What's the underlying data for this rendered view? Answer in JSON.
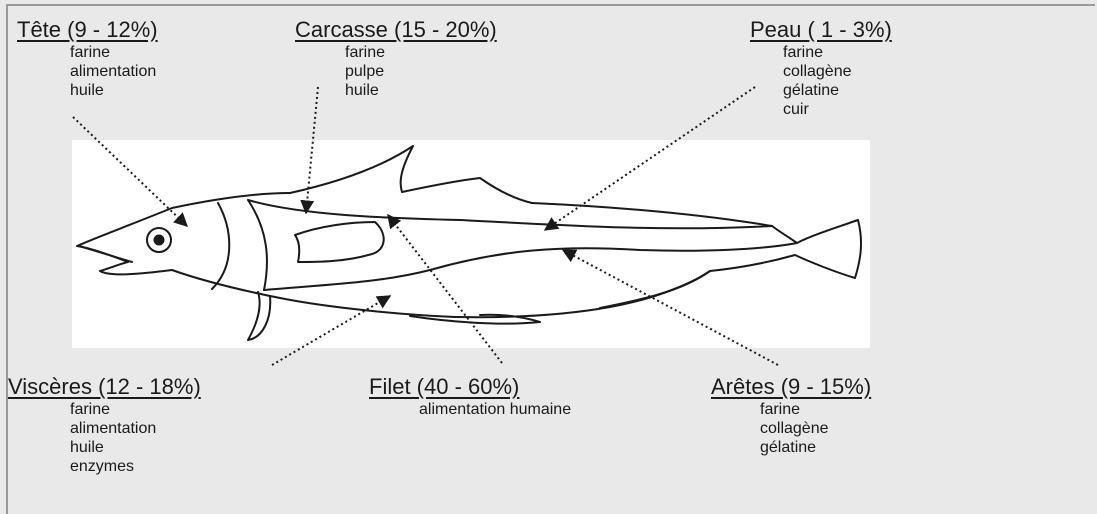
{
  "sections": [
    {
      "id": "tete",
      "title": "Tête (9 - 12%)",
      "uses": [
        "farine",
        "alimentation",
        "huile"
      ]
    },
    {
      "id": "carcasse",
      "title": "Carcasse (15 - 20%)",
      "uses": [
        "farine",
        "pulpe",
        "huile"
      ]
    },
    {
      "id": "peau",
      "title": "Peau ( 1 - 3%)",
      "uses": [
        "farine",
        "collagène",
        "gélatine",
        "cuir"
      ]
    },
    {
      "id": "visceres",
      "title": "Viscères (12 - 18%)",
      "uses": [
        "farine",
        "alimentation",
        "huile",
        "enzymes"
      ]
    },
    {
      "id": "filet",
      "title": "Filet (40 - 60%)",
      "uses": [
        "alimentation humaine"
      ]
    },
    {
      "id": "aretes",
      "title": "Arêtes (9 - 15%)",
      "uses": [
        "farine",
        "collagène",
        "gélatine"
      ]
    }
  ],
  "colors": {
    "background": "#e9e9e9",
    "panel": "#ffffff",
    "ink": "#1a1a1a"
  }
}
